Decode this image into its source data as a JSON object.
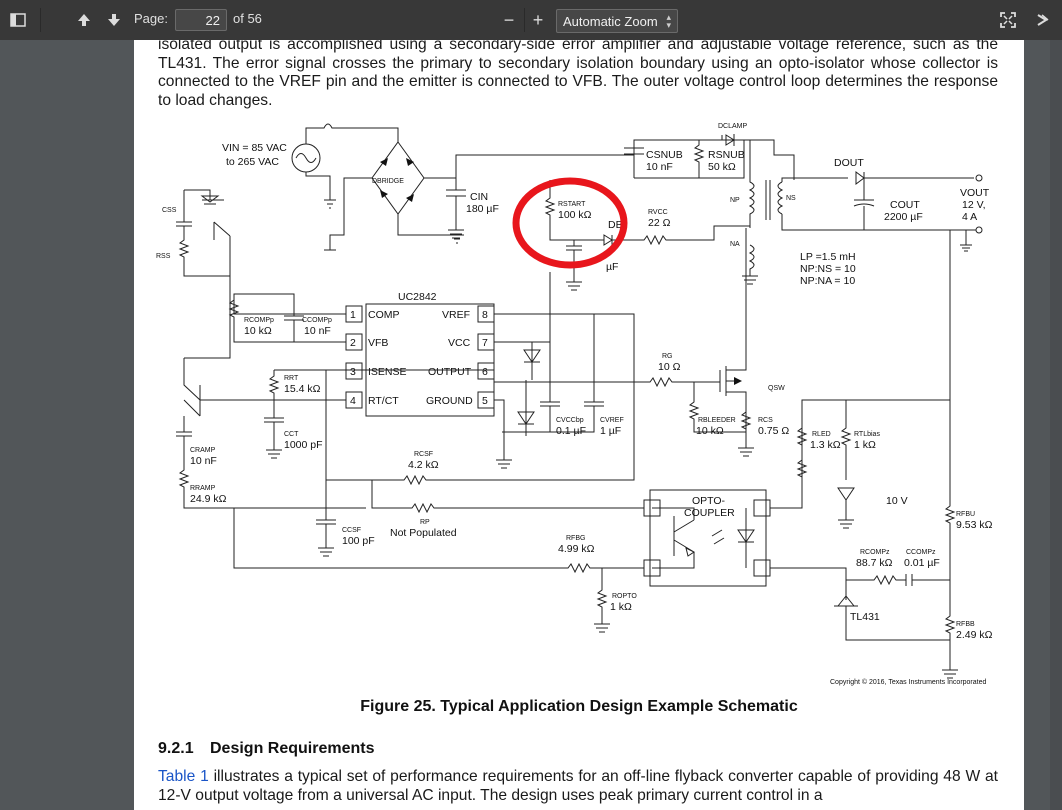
{
  "toolbar": {
    "page_label": "Page:",
    "page_number": "22",
    "page_count": "of 56",
    "zoom_minus": "−",
    "zoom_plus": "+",
    "zoom_value": "Automatic Zoom"
  },
  "document": {
    "intro_paragraph": "isolated output is accomplished using a secondary-side error amplifier and adjustable voltage reference, such as the TL431. The error signal crosses the primary to secondary isolation boundary using an opto-isolator whose collector is connected to the VREF pin and the emitter is connected to VFB.  The outer voltage control loop determines the response to load changes.",
    "figure_caption": "Figure 25.  Typical Application Design Example Schematic",
    "section_number": "9.2.1",
    "section_title": "Design Requirements",
    "table_link": "Table 1",
    "req_paragraph": " illustrates a typical set of performance requirements for an off-line flyback converter capable of providing 48 W at 12-V output voltage from a universal AC input. The design uses peak primary current control in a"
  },
  "schematic": {
    "vin": "VIN = 85 VAC",
    "vin2": "to 265 VAC",
    "dbridge": "DBRIDGE",
    "cin": "CIN",
    "cin_val": "180 µF",
    "dclamp": "DCLAMP",
    "csnub": "CSNUB",
    "csnub_val": "10 nF",
    "rsnub": "RSNUB",
    "rsnub_val": "50 kΩ",
    "dout": "DOUT",
    "np": "NP",
    "ns": "NS",
    "na": "NA",
    "cout": "COUT",
    "cout_val": "2200 µF",
    "vout": "VOUT",
    "vout_v": "12 V,",
    "vout_a": "4 A",
    "rstart": "RSTART",
    "rstart_val": "100 kΩ",
    "db": "DB",
    "rvcc": "RVCC",
    "rvcc_val": "22 Ω",
    "cvcc_val": "µF",
    "lp": "LP =1.5 mH",
    "npns": "NP:NS = 10",
    "npna": "NP:NA = 10",
    "css": "CSS",
    "rss": "RSS",
    "ic": "UC2842",
    "pins_left": [
      "COMP",
      "VFB",
      "ISENSE",
      "RT/CT"
    ],
    "pins_right": [
      "VREF",
      "VCC",
      "OUTPUT",
      "GROUND"
    ],
    "rcompp": "RCOMPp",
    "rcompp_val": "10 kΩ",
    "ccompp": "CCOMPp",
    "ccompp_val": "10 nF",
    "rrt": "RRT",
    "rrt_val": "15.4 kΩ",
    "cct": "CCT",
    "cct_val": "1000 pF",
    "rg": "RG",
    "rg_val": "10 Ω",
    "qsw": "QSW",
    "rbleeder": "RBLEEDER",
    "rbleeder_val": "10 kΩ",
    "rcs": "RCS",
    "rcs_val": "0.75 Ω",
    "cvccbp": "CVCCbp",
    "cvccbp_val": "0.1 µF",
    "cvref": "CVREF",
    "cvref_val": "1 µF",
    "rled": "RLED",
    "rled_val": "1.3 kΩ",
    "rtlbias": "RTLbias",
    "rtlbias_val": "1 kΩ",
    "zener": "10 V",
    "rfbu": "RFBU",
    "rfbu_val": "9.53 kΩ",
    "rfbb": "RFBB",
    "rfbb_val": "2.49 kΩ",
    "tl431": "TL431",
    "rcompz": "RCOMPz",
    "rcompz_val": "88.7 kΩ",
    "ccompz": "CCOMPz",
    "ccompz_val": "0.01 µF",
    "cramp": "CRAMP",
    "cramp_val": "10 nF",
    "rramp": "RRAMP",
    "rramp_val": "24.9 kΩ",
    "rcsf": "RCSF",
    "rcsf_val": "4.2 kΩ",
    "rp": "RP",
    "rp_val": "Not Populated",
    "ccsf": "CCSF",
    "ccsf_val": "100 pF",
    "opto": "OPTO-",
    "opto2": "COUPLER",
    "rfbg": "RFBG",
    "rfbg_val": "4.99 kΩ",
    "ropto": "ROPTO",
    "ropto_val": "1 kΩ",
    "copyright": "Copyright © 2016, Texas Instruments Incorporated"
  },
  "colors": {
    "toolbar_bg": "#383838",
    "highlight_ring": "#e8161c",
    "link": "#1a55c7"
  }
}
